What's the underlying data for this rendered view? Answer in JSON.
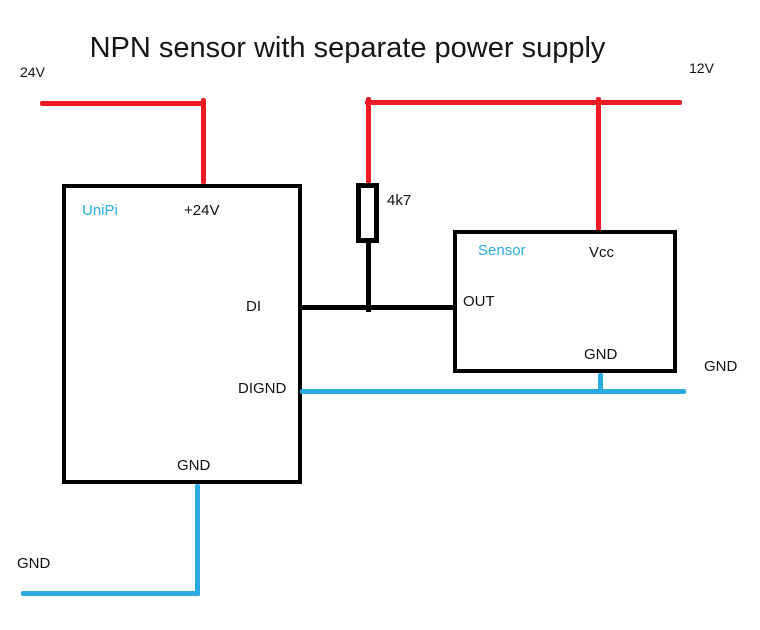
{
  "title": "NPN sensor with separate power supply",
  "colors": {
    "wire_red": "#ED1C24",
    "wire_blue": "#29ABE2",
    "wire_black": "#000000",
    "label_blue": "#29ABE2",
    "background": "#FFFFFF",
    "text": "#111111"
  },
  "power": {
    "left_supply": "24V",
    "right_supply": "12V"
  },
  "unipi": {
    "name": "UniPi",
    "pins": {
      "power": "+24V",
      "di": "DI",
      "dignd": "DIGND",
      "gnd": "GND"
    }
  },
  "sensor": {
    "name": "Sensor",
    "pins": {
      "vcc": "Vcc",
      "out": "OUT",
      "gnd": "GND"
    }
  },
  "resistor": {
    "value": "4k7"
  },
  "ground": {
    "right_label": "GND",
    "bottom_left_label": "GND"
  }
}
